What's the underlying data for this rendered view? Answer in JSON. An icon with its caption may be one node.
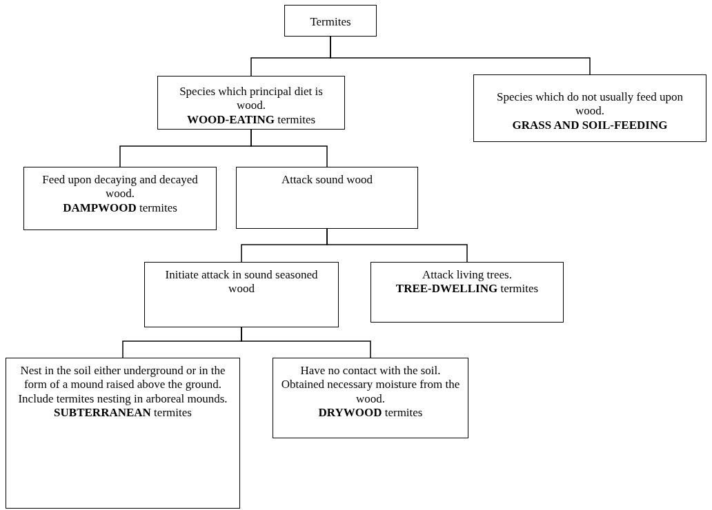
{
  "diagram": {
    "nodes": [
      {
        "text": [
          "Termites"
        ]
      },
      {
        "text": [
          "Species which principal diet is wood.",
          "**WOOD-EATING** termites"
        ]
      },
      {
        "text": [
          "Species which do not usually feed upon wood.",
          "**GRASS AND SOIL-FEEDING**"
        ]
      },
      {
        "text": [
          "Feed upon decaying and decayed wood.",
          "**DAMPWOOD** termites"
        ]
      },
      {
        "text": [
          "Attack sound wood"
        ]
      },
      {
        "text": [
          "Initiate attack in sound seasoned wood"
        ]
      },
      {
        "text": [
          "Attack living trees.",
          "**TREE-DWELLING** termites"
        ]
      },
      {
        "text": [
          "Nest in the soil either underground or in the form of a mound raised above the ground. Include termites nesting in arboreal mounds.",
          "**SUBTERRANEAN** termites"
        ]
      },
      {
        "text": [
          "Have no contact with the soil. Obtained necessary moisture from the wood.",
          "**DRYWOOD** termites"
        ]
      }
    ],
    "edges": [
      {
        "from": 0,
        "to": 1,
        "arrow": "none"
      },
      {
        "from": 0,
        "to": 2,
        "arrow": "none"
      },
      {
        "from": 1,
        "to": 3,
        "arrow": "none"
      },
      {
        "from": 1,
        "to": 4,
        "arrow": "none"
      },
      {
        "from": 4,
        "to": 5,
        "arrow": "none"
      },
      {
        "from": 4,
        "to": 6,
        "arrow": "none"
      },
      {
        "from": 5,
        "to": 7,
        "arrow": "none"
      },
      {
        "from": 5,
        "to": 8,
        "arrow": "none"
      }
    ]
  }
}
